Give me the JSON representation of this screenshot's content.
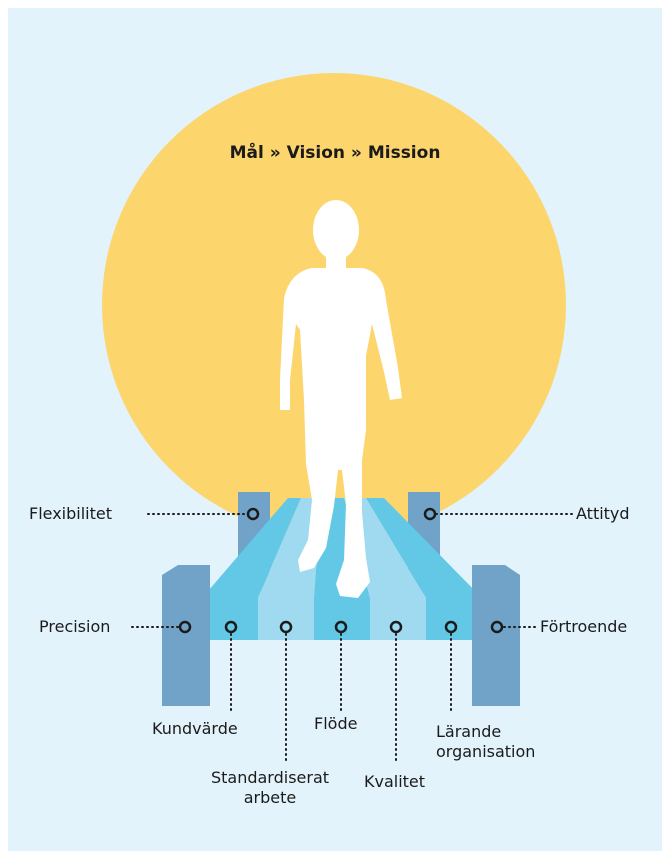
{
  "title": "Mål » Vision » Mission",
  "labels": {
    "flexibilitet": "Flexibilitet",
    "attityd": "Attityd",
    "precision": "Precision",
    "fortroende": "Förtroende",
    "kundvarde": "Kundvärde",
    "flode": "Flöde",
    "larande_line1": "Lärande",
    "larande_line2": "organisation",
    "standard_line1": "Standardiserat",
    "standard_line2": "arbete",
    "kvalitet": "Kvalitet"
  },
  "colors": {
    "background": "#e3f3fb",
    "sun": "#fcd56c",
    "pillar": "#71a3c8",
    "plank_dark": "#62c8e6",
    "plank_light": "#9fdaf0",
    "figure": "#ffffff",
    "text": "#1b1b1b"
  }
}
